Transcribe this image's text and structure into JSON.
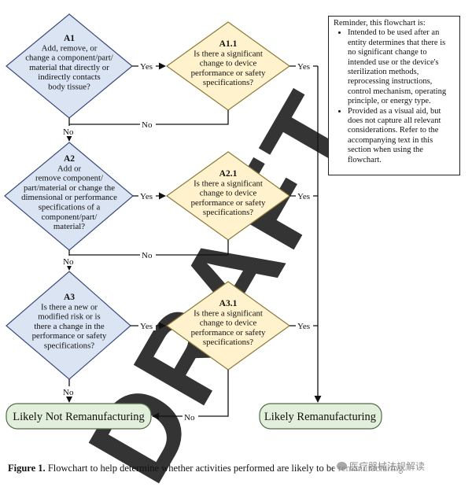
{
  "colors": {
    "blue_fill": "#dbe4f3",
    "blue_stroke": "#3a4a7a",
    "yellow_fill": "#fff2cc",
    "yellow_stroke": "#8a7a3a",
    "green_fill": "#e2efda",
    "green_stroke": "#506b48",
    "draft": "#c8c8c8"
  },
  "nodes": {
    "a1": {
      "id": "A1",
      "lines": [
        "Add, remove, or",
        "change a component/part/",
        "material that directly or",
        "indirectly contacts",
        "body tissue?"
      ]
    },
    "a11": {
      "id": "A1.1",
      "lines": [
        "Is there a significant",
        "change to device",
        "performance or safety",
        "specifications?"
      ]
    },
    "a2": {
      "id": "A2",
      "lines": [
        "Add or",
        "remove component/",
        "part/material or change the",
        "dimensional or performance",
        "specifications of a",
        "component/part/",
        "material?"
      ]
    },
    "a21": {
      "id": "A2.1",
      "lines": [
        "Is there a significant",
        "change to device",
        "performance or safety",
        "specifications?"
      ]
    },
    "a3": {
      "id": "A3",
      "lines": [
        "Is there a new or",
        "modified risk or is",
        "there a change in the",
        "performance or safety",
        "specifications?"
      ]
    },
    "a31": {
      "id": "A3.1",
      "lines": [
        "Is there a significant",
        "change to device",
        "performance or safety",
        "specifications?"
      ]
    },
    "not_reman": "Likely Not Remanufacturing",
    "reman": "Likely Remanufacturing"
  },
  "edge_labels": {
    "yes": "Yes",
    "no": "No"
  },
  "watermark_draft": "DRAFT",
  "reminder": {
    "heading": "Reminder, this flowchart is:",
    "bullets": [
      "Intended to be used after an entity determines that there is no significant change to intended use or the device's sterilization methods, reprocessing instructions, control mechanism, operating principle, or energy type.",
      "Provided as a visual aid, but does not capture all relevant considerations. Refer to the accompanying text in this section when using the flowchart."
    ]
  },
  "caption": {
    "label": "Figure 1.",
    "text": " Flowchart to help determine whether activities performed are likely to be remanufacturing"
  },
  "source_watermark": "医疗器械法规解读"
}
